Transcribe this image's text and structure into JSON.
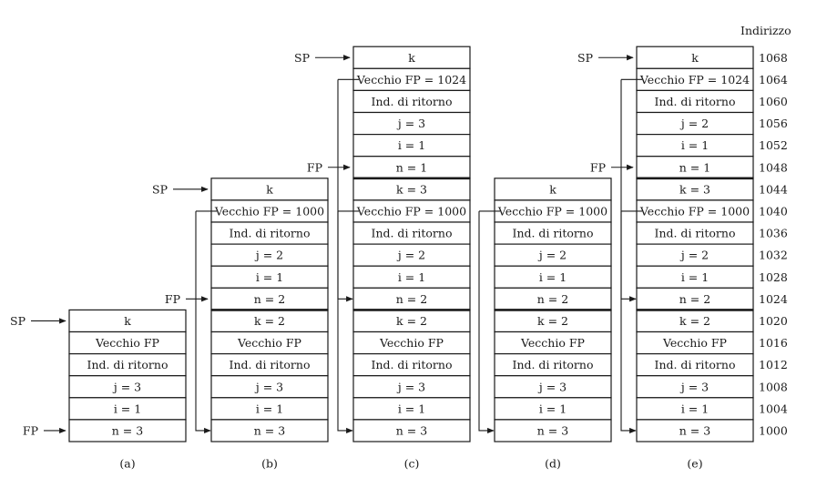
{
  "address_header": "Indirizzo",
  "addresses": [
    "1068",
    "1064",
    "1060",
    "1056",
    "1052",
    "1048",
    "1044",
    "1040",
    "1036",
    "1032",
    "1028",
    "1024",
    "1020",
    "1016",
    "1012",
    "1008",
    "1004",
    "1000"
  ],
  "stacks": [
    {
      "caption": "(a)",
      "cells": [
        "k",
        "Vecchio FP",
        "Ind. di ritorno",
        "j = 3",
        "i = 1",
        "n = 3"
      ],
      "frame_breaks": [],
      "sp_label": "SP",
      "sp_cell": 0,
      "fp_label": "FP",
      "fp_cell": 5,
      "links": []
    },
    {
      "caption": "(b)",
      "cells": [
        "k",
        "Vecchio FP = 1000",
        "Ind. di ritorno",
        "j = 2",
        "i = 1",
        "n = 2",
        "k = 2",
        "Vecchio FP",
        "Ind. di ritorno",
        "j = 3",
        "i = 1",
        "n = 3"
      ],
      "frame_breaks": [
        6
      ],
      "sp_label": "SP",
      "sp_cell": 0,
      "fp_label": "FP",
      "fp_cell": 5,
      "links": [
        [
          1,
          11
        ]
      ]
    },
    {
      "caption": "(c)",
      "cells": [
        "k",
        "Vecchio FP = 1024",
        "Ind. di ritorno",
        "j = 3",
        "i = 1",
        "n = 1",
        "k = 3",
        "Vecchio FP = 1000",
        "Ind. di ritorno",
        "j = 2",
        "i = 1",
        "n = 2",
        "k = 2",
        "Vecchio FP",
        "Ind. di ritorno",
        "j = 3",
        "i = 1",
        "n = 3"
      ],
      "frame_breaks": [
        6,
        12
      ],
      "sp_label": "SP",
      "sp_cell": 0,
      "fp_label": "FP",
      "fp_cell": 5,
      "links": [
        [
          1,
          11
        ],
        [
          7,
          17
        ]
      ]
    },
    {
      "caption": "(d)",
      "cells": [
        "k",
        "Vecchio FP = 1000",
        "Ind. di ritorno",
        "j = 2",
        "i = 1",
        "n = 2",
        "k = 2",
        "Vecchio FP",
        "Ind. di ritorno",
        "j = 3",
        "i = 1",
        "n = 3"
      ],
      "frame_breaks": [
        6
      ],
      "sp_label": "",
      "sp_cell": null,
      "fp_label": "",
      "fp_cell": null,
      "links": [
        [
          1,
          11
        ]
      ]
    },
    {
      "caption": "(e)",
      "cells": [
        "k",
        "Vecchio FP = 1024",
        "Ind. di ritorno",
        "j = 2",
        "i = 1",
        "n = 1",
        "k = 3",
        "Vecchio FP = 1000",
        "Ind. di ritorno",
        "j = 2",
        "i = 1",
        "n = 2",
        "k = 2",
        "Vecchio FP",
        "Ind. di ritorno",
        "j = 3",
        "i = 1",
        "n = 3"
      ],
      "frame_breaks": [
        6,
        12
      ],
      "sp_label": "SP",
      "sp_cell": 0,
      "fp_label": "FP",
      "fp_cell": 5,
      "links": [
        [
          1,
          11
        ],
        [
          7,
          17
        ]
      ]
    }
  ]
}
